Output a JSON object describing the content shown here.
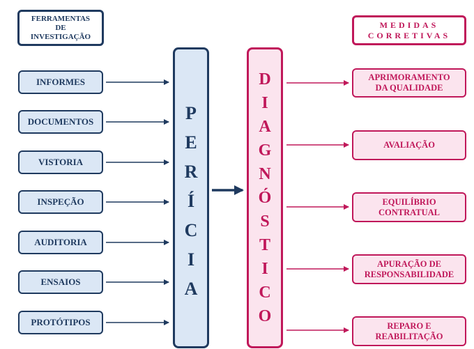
{
  "tools_header": "FERRAMENTAS\nDE\nINVESTIGAÇÃO",
  "measures_header": "MEDIDAS\nCORRETIVAS",
  "tools": [
    "INFORMES",
    "DOCUMENTOS",
    "VISTORIA",
    "INSPEÇÃO",
    "AUDITORIA",
    "ENSAIOS",
    "PROTÓTIPOS"
  ],
  "pericia_letters": [
    "P",
    "E",
    "R",
    "Í",
    "C",
    "I",
    "A"
  ],
  "diagnostico_letters": [
    "D",
    "I",
    "A",
    "G",
    "N",
    "Ó",
    "S",
    "T",
    "I",
    "C",
    "O"
  ],
  "measures": [
    "APRIMORAMENTO\nDA QUALIDADE",
    "AVALIAÇÃO",
    "EQUILÍBRIO\nCONTRATUAL",
    "APURAÇÃO DE\nRESPONSABILIDADE",
    "REPARO E\nREABILITAÇÃO"
  ],
  "colors": {
    "navy": "#1f3a5f",
    "magenta": "#c0185a",
    "light_blue": "#dbe7f5",
    "light_pink": "#fbe4ee"
  }
}
